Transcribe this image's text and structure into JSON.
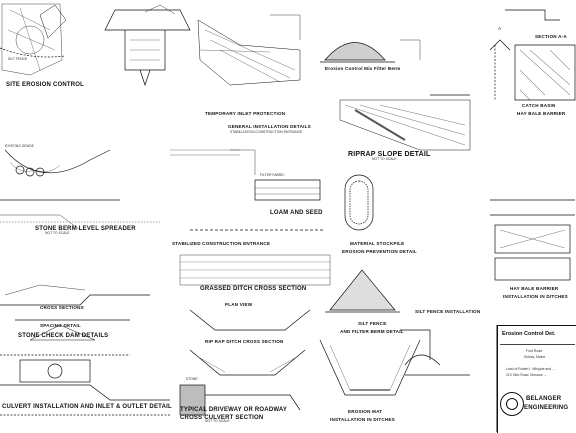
{
  "titles": {
    "site_erosion": "SITE EROSION CONTROL",
    "temp_inlet": "TEMPORARY INLET PROTECTION",
    "general_inst": "GENERAL INSTALLATION DETAILS",
    "general_inst_sub": "STABILIZATION CONSTRUCTION ENTRANCE",
    "erosion_berm": "Erosion Control Mix Filter Berm",
    "section_aa": "SECTION A-A",
    "catch_basin": "CATCH BASIN",
    "hay_bale_barrier": "HAY BALE BARRIER",
    "riprap": "RIPRAP SLOPE DETAIL",
    "loam_seed": "LOAM AND SEED",
    "stone_berm": "STONE BERM LEVEL SPREADER",
    "stabilized_entrance": "STABILIZED CONSTRUCTION ENTRANCE",
    "stockpile_1": "MATERIAL STOCKPILE",
    "stockpile_2": "EROSION PREVENTION DETAIL",
    "silt_fence_ditch": "SILT FENCE INSTALLATION",
    "hay_bale_ditch_1": "HAY BALE BARRIER",
    "hay_bale_ditch_2": "INSTALLATION IN DITCHES",
    "grassed_ditch": "GRASSED DITCH CROSS SECTION",
    "riprap_ditch": "RIP RAP DITCH CROSS SECTION",
    "spacing": "SPACING DETAIL",
    "stone_check": "STONE CHECK DAM DETAILS",
    "silt_fence_berm_1": "SILT FENCE",
    "silt_fence_berm_2": "AND FILTER BERM DETAIL",
    "culvert": "CULVERT INSTALLATION AND INLET & OUTLET DETAIL",
    "driveway_1": "TYPICAL DRIVEWAY OR ROADWAY",
    "driveway_2": "CROSS CULVERT SECTION",
    "erosion_mat_1": "EROSION MAT",
    "erosion_mat_2": "INSTALLATION IN DITCHES",
    "cross_sections": "CROSS SECTIONS",
    "plan_view": "PLAN VIEW"
  },
  "labels": {
    "not_to_scale": "NOT TO SCALE",
    "silt_fence": "SILT FENCE",
    "section_a": "A",
    "existing_grade": "EXISTING GRADE",
    "filter_fabric": "FILTER FABRIC",
    "stone": "STONE"
  },
  "title_block": {
    "heading": "Erosion Control Det.",
    "road": "Ford Road",
    "town": "Sidney, Maine",
    "client": "Land of Robert I. Whipple and ...",
    "address": "210 Sibu Road, Moscow ...",
    "firm_1": "BELANGER",
    "firm_2": "ENGINEERING"
  }
}
